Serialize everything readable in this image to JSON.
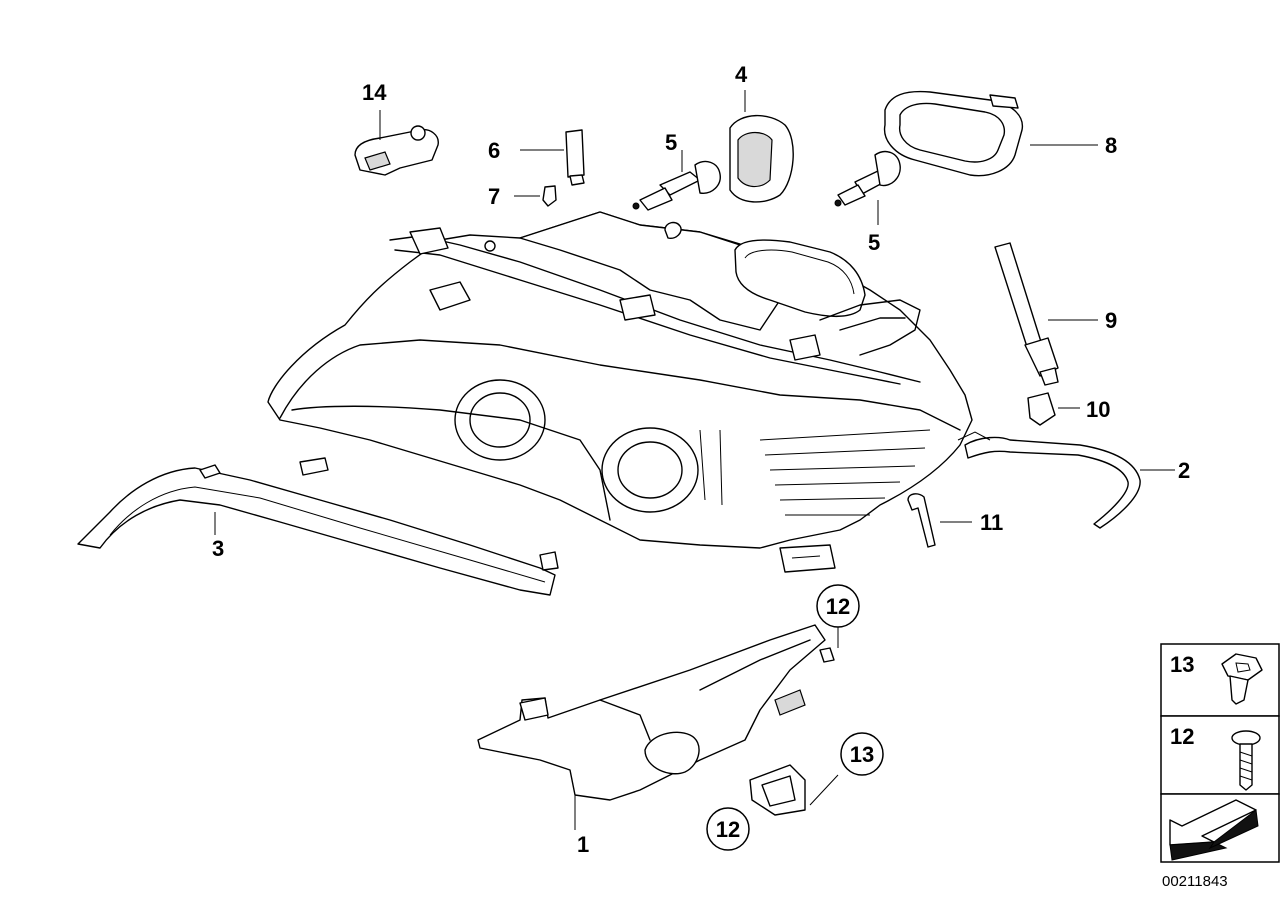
{
  "callouts": {
    "c1": "1",
    "c2": "2",
    "c3": "3",
    "c4": "4",
    "c5a": "5",
    "c5b": "5",
    "c6": "6",
    "c7": "7",
    "c8": "8",
    "c9": "9",
    "c10": "10",
    "c11": "11",
    "c12a": "12",
    "c12b": "12",
    "c13": "13",
    "c14": "14"
  },
  "legend": {
    "item13": "13",
    "item12": "12"
  },
  "diagram_code": "00211843"
}
